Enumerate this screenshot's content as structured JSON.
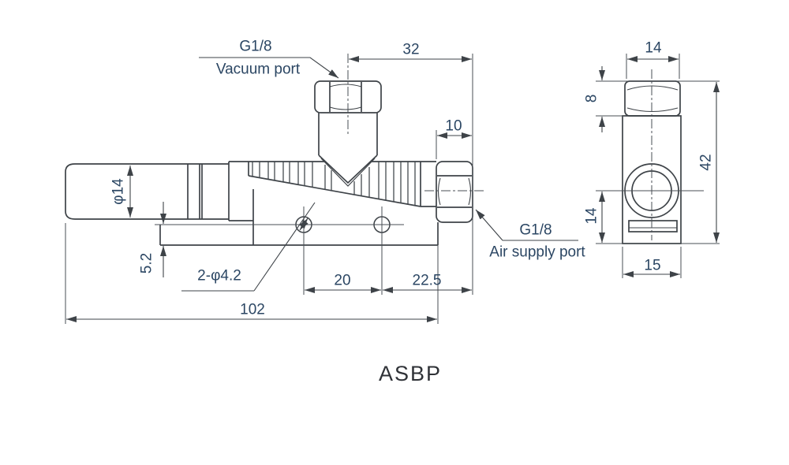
{
  "product_code": "ASBP",
  "colors": {
    "line": "#3e4348",
    "thin_line": "#4a4f55",
    "dim_text": "#2b4663",
    "title_text": "#2f3237"
  },
  "side_view": {
    "vacuum_label": {
      "thread": "G1/8",
      "name": "Vacuum port"
    },
    "air_label": {
      "thread": "G1/8",
      "name": "Air supply port"
    },
    "hole_callout": "2-φ4.2",
    "dims": {
      "port_center_to_end": "32",
      "air_hex_length": "10",
      "body_diameter": "φ14",
      "base_to_hole_center": "5.2",
      "hole_pitch": "20",
      "hole_to_end": "22.5",
      "overall_length": "102"
    }
  },
  "end_view": {
    "dims": {
      "hex_width": "14",
      "hex_height": "8",
      "overall_height": "42",
      "port_center_height": "14",
      "body_width": "15"
    }
  }
}
